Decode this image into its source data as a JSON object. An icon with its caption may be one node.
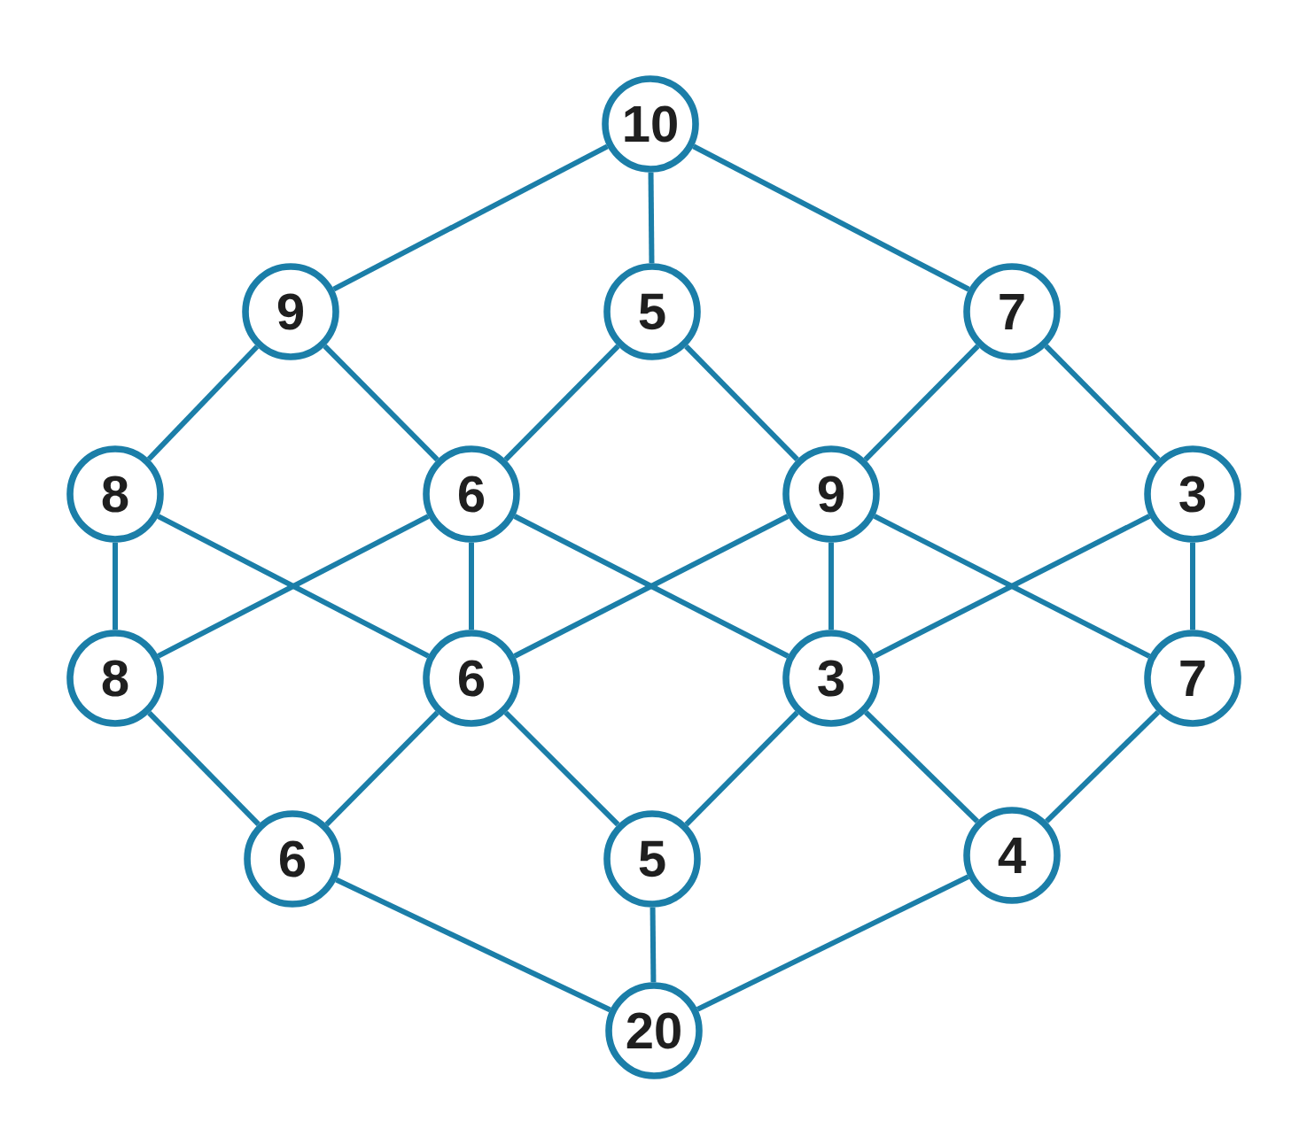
{
  "diagram": {
    "nodes": [
      {
        "text": [
          "10"
        ]
      },
      {
        "text": [
          "9"
        ]
      },
      {
        "text": [
          "5"
        ]
      },
      {
        "text": [
          "7"
        ]
      },
      {
        "text": [
          "8"
        ]
      },
      {
        "text": [
          "6"
        ]
      },
      {
        "text": [
          "9"
        ]
      },
      {
        "text": [
          "3"
        ]
      },
      {
        "text": [
          "8"
        ]
      },
      {
        "text": [
          "6"
        ]
      },
      {
        "text": [
          "3"
        ]
      },
      {
        "text": [
          "7"
        ]
      },
      {
        "text": [
          "6"
        ]
      },
      {
        "text": [
          "5"
        ]
      },
      {
        "text": [
          "4"
        ]
      },
      {
        "text": [
          "20"
        ]
      }
    ],
    "edges": [
      {
        "from": 0,
        "to": 1,
        "arrow": "none"
      },
      {
        "from": 0,
        "to": 2,
        "arrow": "none"
      },
      {
        "from": 0,
        "to": 3,
        "arrow": "none"
      },
      {
        "from": 1,
        "to": 4,
        "arrow": "none"
      },
      {
        "from": 1,
        "to": 5,
        "arrow": "none"
      },
      {
        "from": 2,
        "to": 5,
        "arrow": "none"
      },
      {
        "from": 2,
        "to": 6,
        "arrow": "none"
      },
      {
        "from": 3,
        "to": 6,
        "arrow": "none"
      },
      {
        "from": 3,
        "to": 7,
        "arrow": "none"
      },
      {
        "from": 4,
        "to": 8,
        "arrow": "none"
      },
      {
        "from": 4,
        "to": 9,
        "arrow": "none"
      },
      {
        "from": 5,
        "to": 8,
        "arrow": "none"
      },
      {
        "from": 5,
        "to": 9,
        "arrow": "none"
      },
      {
        "from": 5,
        "to": 10,
        "arrow": "none"
      },
      {
        "from": 6,
        "to": 9,
        "arrow": "none"
      },
      {
        "from": 6,
        "to": 10,
        "arrow": "none"
      },
      {
        "from": 6,
        "to": 11,
        "arrow": "none"
      },
      {
        "from": 7,
        "to": 10,
        "arrow": "none"
      },
      {
        "from": 7,
        "to": 11,
        "arrow": "none"
      },
      {
        "from": 8,
        "to": 12,
        "arrow": "none"
      },
      {
        "from": 9,
        "to": 12,
        "arrow": "none"
      },
      {
        "from": 9,
        "to": 13,
        "arrow": "none"
      },
      {
        "from": 10,
        "to": 13,
        "arrow": "none"
      },
      {
        "from": 10,
        "to": 14,
        "arrow": "none"
      },
      {
        "from": 11,
        "to": 14,
        "arrow": "none"
      },
      {
        "from": 12,
        "to": 15,
        "arrow": "none"
      },
      {
        "from": 13,
        "to": 15,
        "arrow": "none"
      },
      {
        "from": 14,
        "to": 15,
        "arrow": "none"
      }
    ]
  }
}
